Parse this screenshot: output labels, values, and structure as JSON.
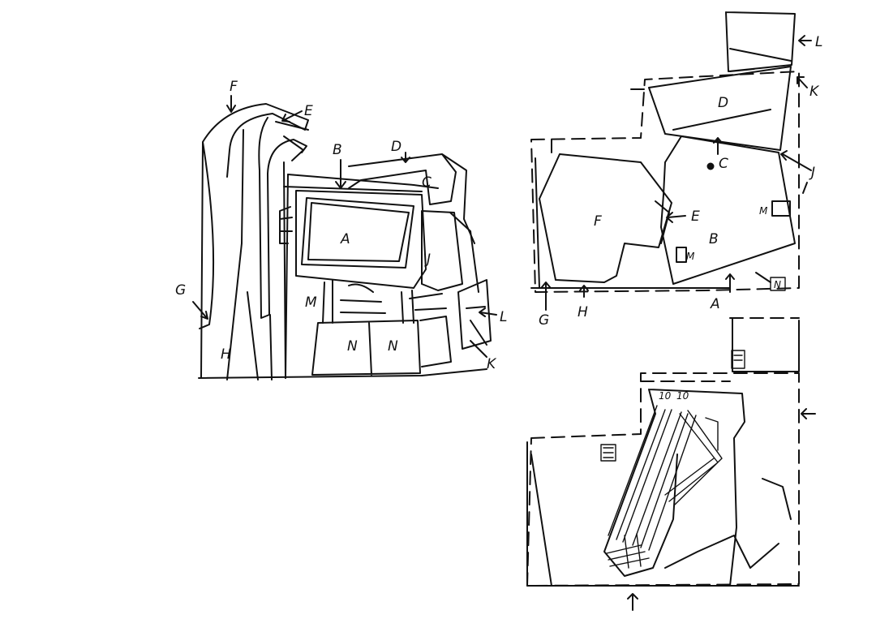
{
  "elevation": {
    "labels": {
      "a": "A",
      "b": "B",
      "d": "D",
      "c": "C",
      "e": "E",
      "f": "F",
      "g": "G",
      "h": "H",
      "j": "J",
      "k": "K",
      "l": "L",
      "m": "M",
      "n1": "N",
      "n2": "N"
    }
  },
  "plan_upper": {
    "labels": {
      "d": "D",
      "l": "L",
      "k": "K",
      "c": "C",
      "j": "J",
      "m1": "M",
      "m2": "M",
      "f": "F",
      "e": "E",
      "b": "B",
      "g": "G",
      "h": "H",
      "a": "A",
      "n": "N"
    }
  },
  "plan_lower": {
    "labels": {
      "n1": "10",
      "n2": "10"
    }
  },
  "colors": {
    "ink": "#111111",
    "paper": "#ffffff"
  }
}
